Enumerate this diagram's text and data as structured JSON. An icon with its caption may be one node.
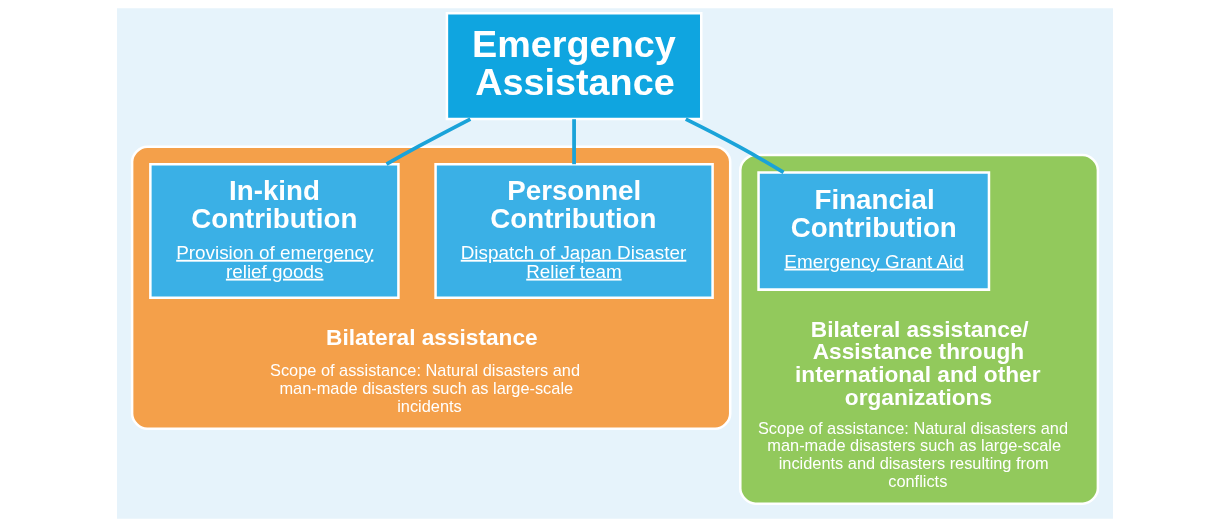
{
  "diagram": {
    "nodes": [
      {
        "text": [
          "Emergency Assistance"
        ]
      },
      {
        "text": [
          "Bilateral assistance",
          "Scope of assistance: Natural disasters and man-made disasters such as large-scale incidents"
        ]
      },
      {
        "text": [
          "Personnel Contribution",
          "Dispatch of Japan Disaster Relief team"
        ],
        "in": 1
      },
      {
        "text": [
          "In-kind Contribution",
          "Provision of emergency relief goods"
        ],
        "in": 1
      },
      {
        "text": [
          "Bilateral assistance/ Assistance through international and other organizations",
          "Scope of assistance: Natural disasters and man-made disasters such as large-scale incidents and disasters resulting from conflicts"
        ]
      },
      {
        "text": [
          "Financial Contribution",
          "Emergency Grant Aid"
        ],
        "in": 4
      }
    ],
    "edges": [
      {
        "from": 0,
        "to": 2,
        "arrow": "none"
      },
      {
        "from": 0,
        "to": 3,
        "arrow": "none"
      },
      {
        "from": 0,
        "to": 5,
        "arrow": "none"
      }
    ]
  }
}
